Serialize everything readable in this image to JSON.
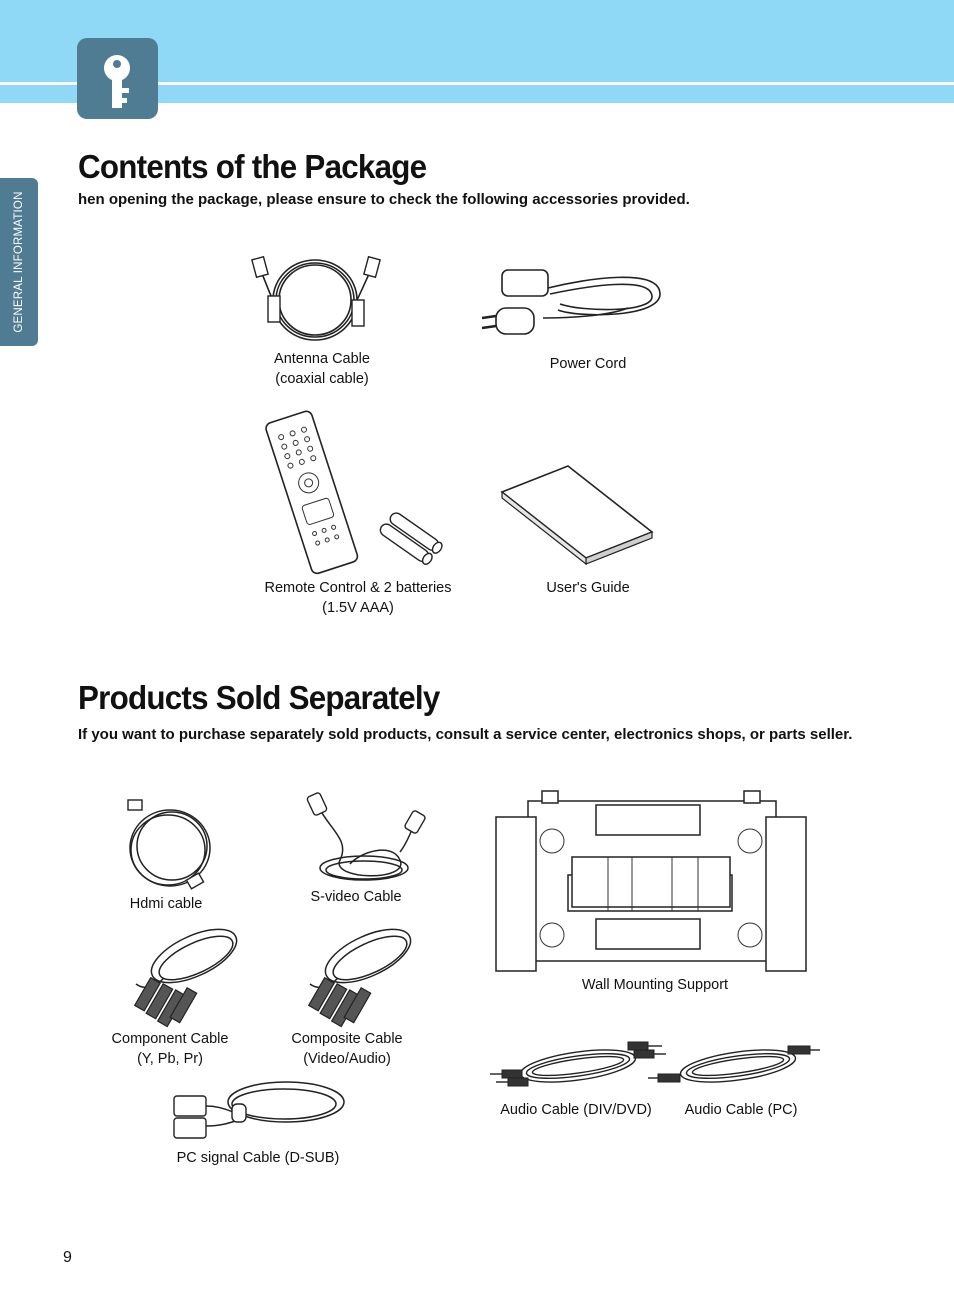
{
  "side_tab": "GENERAL INFORMATION",
  "package": {
    "title": "Contents of the Package",
    "intro": "hen opening the package, please ensure to check the following accessories provided.",
    "items": {
      "antenna": [
        "Antenna Cable",
        "(coaxial cable)"
      ],
      "power": [
        "Power Cord"
      ],
      "remote": [
        "Remote Control & 2 batteries",
        "(1.5V AAA)"
      ],
      "guide": [
        "User's Guide"
      ]
    }
  },
  "separate": {
    "title": "Products Sold Separately",
    "intro": "If you want to purchase separately sold products, consult a service center, electronics shops, or parts seller.",
    "items": {
      "hdmi": [
        "Hdmi cable"
      ],
      "svideo": [
        "S-video Cable"
      ],
      "wall": [
        "Wall Mounting Support"
      ],
      "component": [
        "Component Cable",
        "(Y, Pb, Pr)"
      ],
      "composite": [
        "Composite Cable",
        "(Video/Audio)"
      ],
      "audio_dvd": [
        "Audio Cable (DIV/DVD)"
      ],
      "audio_pc": [
        "Audio Cable (PC)"
      ],
      "dsub": [
        "PC signal Cable (D-SUB)"
      ]
    }
  },
  "page_number": "9",
  "colors": {
    "header": "#8fd8f6",
    "accent": "#4f7b93"
  },
  "icons": [
    "key-icon"
  ]
}
